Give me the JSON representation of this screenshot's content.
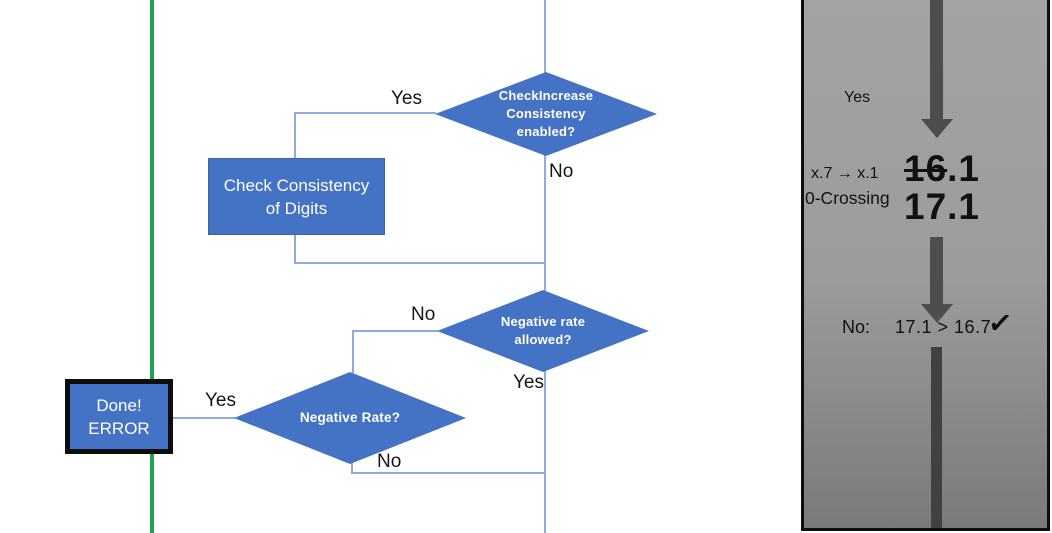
{
  "flowchart": {
    "decision_check_increase": {
      "line1": "CheckIncrease",
      "line2": "Consistency",
      "line3": "enabled?",
      "yes_label": "Yes",
      "no_label": "No"
    },
    "process_check_consistency": {
      "line1": "Check Consistency",
      "line2": "of Digits"
    },
    "decision_negative_rate_allowed": {
      "line1": "Negative rate",
      "line2": "allowed?",
      "no_label": "No",
      "yes_label": "Yes"
    },
    "decision_negative_rate": {
      "line1": "Negative Rate?",
      "yes_label": "Yes",
      "no_label": "No"
    },
    "terminal_done_error": {
      "line1": "Done!",
      "line2": "ERROR"
    }
  },
  "side_panel": {
    "yes_label": "Yes",
    "mapping_note": "x.7 → x.1",
    "crossing_note": "0-Crossing",
    "old_value_struck": "16",
    "old_value_rest": ".1",
    "new_value": "17.1",
    "answer_label": "No:",
    "comparison": "17.1 > 16.7",
    "check_icon": "✓"
  },
  "colors": {
    "shape_blue": "#4472c4",
    "connector_blue": "#8faadc",
    "guide_green": "#1fa253",
    "panel_arrow_gray": "#4d4d4d",
    "panel_border": "#0e0e0e"
  }
}
